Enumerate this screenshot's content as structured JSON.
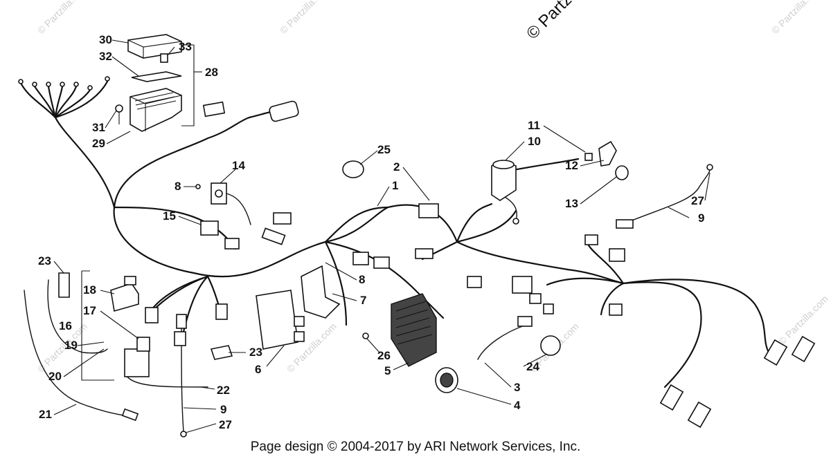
{
  "footer_text": "Page design © 2004-2017 by ARI Network Services, Inc.",
  "watermark_text": "© Partzilla.com",
  "watermark_big_text": "© Partz",
  "callouts": [
    {
      "id": "c30",
      "label": "30"
    },
    {
      "id": "c32",
      "label": "32"
    },
    {
      "id": "c33",
      "label": "33"
    },
    {
      "id": "c28",
      "label": "28"
    },
    {
      "id": "c31",
      "label": "31"
    },
    {
      "id": "c29",
      "label": "29"
    },
    {
      "id": "c14",
      "label": "14"
    },
    {
      "id": "c8a",
      "label": "8"
    },
    {
      "id": "c15",
      "label": "15"
    },
    {
      "id": "c25",
      "label": "25"
    },
    {
      "id": "c2",
      "label": "2"
    },
    {
      "id": "c1",
      "label": "1"
    },
    {
      "id": "c11",
      "label": "11"
    },
    {
      "id": "c10",
      "label": "10"
    },
    {
      "id": "c12",
      "label": "12"
    },
    {
      "id": "c13",
      "label": "13"
    },
    {
      "id": "c27a",
      "label": "27"
    },
    {
      "id": "c9a",
      "label": "9"
    },
    {
      "id": "c23a",
      "label": "23"
    },
    {
      "id": "c18",
      "label": "18"
    },
    {
      "id": "c17",
      "label": "17"
    },
    {
      "id": "c16",
      "label": "16"
    },
    {
      "id": "c19",
      "label": "19"
    },
    {
      "id": "c20",
      "label": "20"
    },
    {
      "id": "c21",
      "label": "21"
    },
    {
      "id": "c8b",
      "label": "8"
    },
    {
      "id": "c7",
      "label": "7"
    },
    {
      "id": "c23b",
      "label": "23"
    },
    {
      "id": "c6",
      "label": "6"
    },
    {
      "id": "c26",
      "label": "26"
    },
    {
      "id": "c5",
      "label": "5"
    },
    {
      "id": "c24",
      "label": "24"
    },
    {
      "id": "c3",
      "label": "3"
    },
    {
      "id": "c4",
      "label": "4"
    },
    {
      "id": "c22",
      "label": "22"
    },
    {
      "id": "c9b",
      "label": "9"
    },
    {
      "id": "c27b",
      "label": "27"
    }
  ]
}
